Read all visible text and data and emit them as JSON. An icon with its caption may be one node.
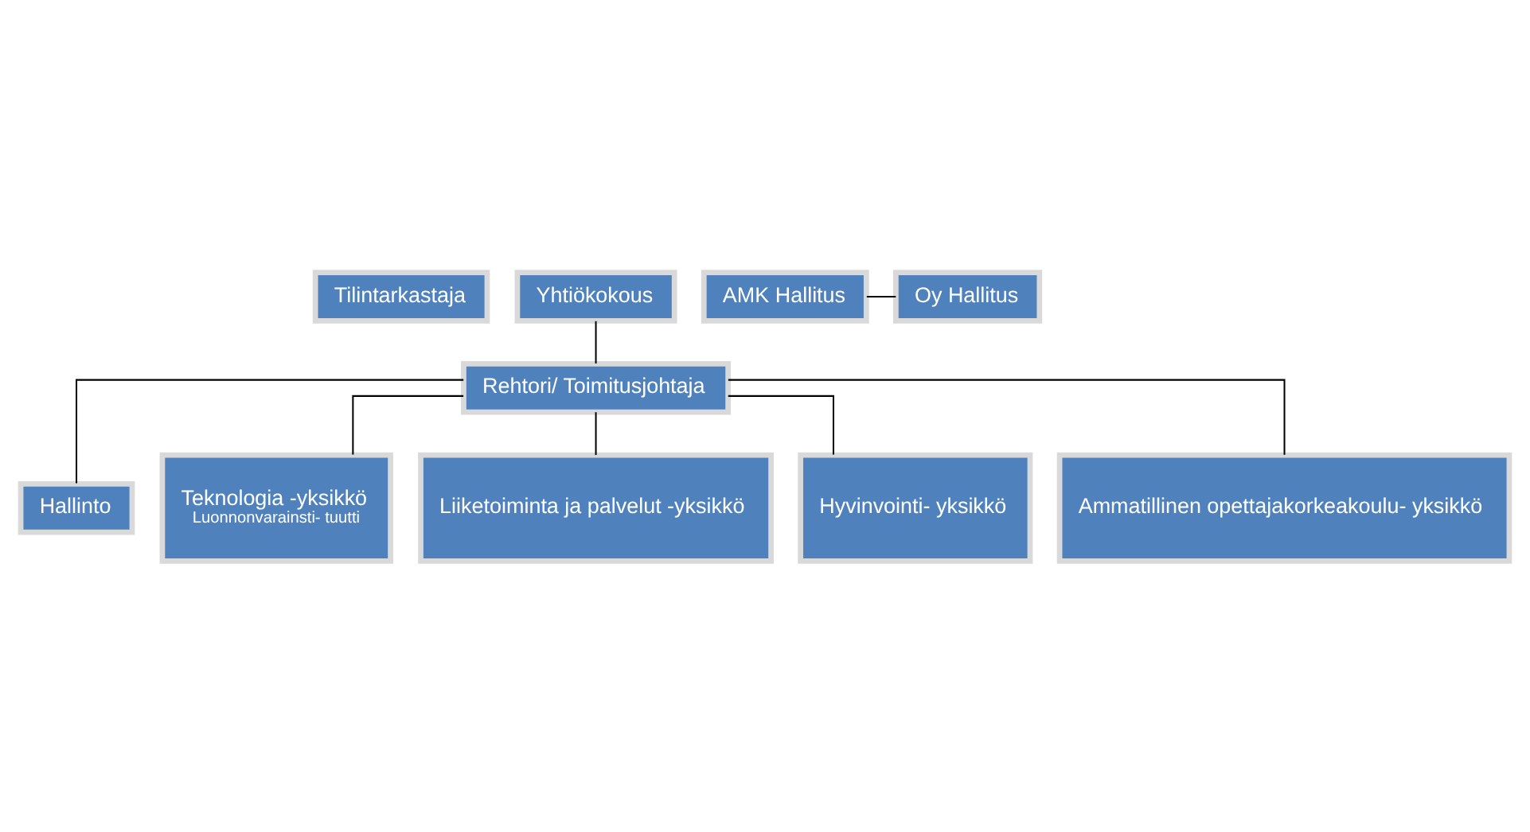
{
  "diagram": {
    "nodes": [
      {
        "text": [
          "Tilintarkastaja"
        ]
      },
      {
        "text": [
          "Yhtiökokous"
        ]
      },
      {
        "text": [
          "AMK Hallitus"
        ]
      },
      {
        "text": [
          "Oy Hallitus"
        ]
      },
      {
        "text": [
          "Rehtori/ Toimitusjohtaja"
        ]
      },
      {
        "text": [
          "Hallinto"
        ]
      },
      {
        "text": [
          "Teknologia -yksikkö",
          "Luonnonvarainsti- tuutti"
        ]
      },
      {
        "text": [
          "Liiketoiminta ja palvelut -yksikkö"
        ]
      },
      {
        "text": [
          "Hyvinvointi- yksikkö"
        ]
      },
      {
        "text": [
          "Ammatillinen opettajakorkeakoulu- yksikkö"
        ]
      }
    ],
    "edges": [
      {
        "from": 1,
        "to": 4,
        "arrow": "none"
      },
      {
        "from": 2,
        "to": 3,
        "arrow": "none"
      },
      {
        "from": 4,
        "to": 5,
        "arrow": "none"
      },
      {
        "from": 4,
        "to": 6,
        "arrow": "none"
      },
      {
        "from": 4,
        "to": 7,
        "arrow": "none"
      },
      {
        "from": 4,
        "to": 8,
        "arrow": "none"
      },
      {
        "from": 4,
        "to": 9,
        "arrow": "none"
      }
    ]
  }
}
